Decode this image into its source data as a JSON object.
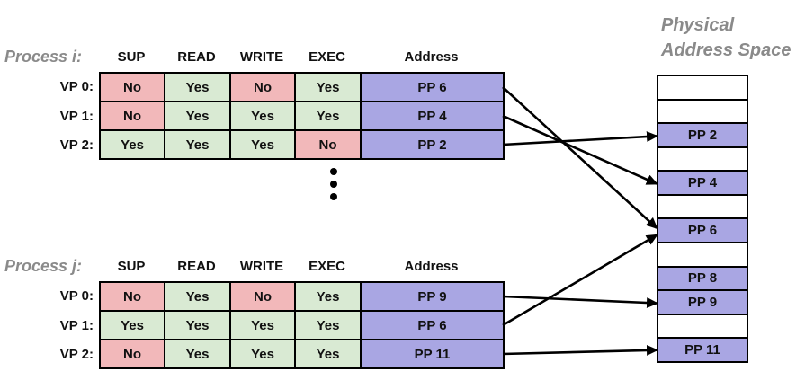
{
  "columns": [
    "SUP",
    "READ",
    "WRITE",
    "EXEC",
    "Address"
  ],
  "processes": [
    {
      "label": "Process i:",
      "rows": [
        {
          "vp": "VP 0:",
          "sup": "No",
          "read": "Yes",
          "write": "No",
          "exec": "Yes",
          "address": "PP 6"
        },
        {
          "vp": "VP 1:",
          "sup": "No",
          "read": "Yes",
          "write": "Yes",
          "exec": "Yes",
          "address": "PP 4"
        },
        {
          "vp": "VP 2:",
          "sup": "Yes",
          "read": "Yes",
          "write": "Yes",
          "exec": "No",
          "address": "PP 2"
        }
      ]
    },
    {
      "label": "Process j:",
      "rows": [
        {
          "vp": "VP 0:",
          "sup": "No",
          "read": "Yes",
          "write": "No",
          "exec": "Yes",
          "address": "PP 9"
        },
        {
          "vp": "VP 1:",
          "sup": "Yes",
          "read": "Yes",
          "write": "Yes",
          "exec": "Yes",
          "address": "PP 6"
        },
        {
          "vp": "VP 2:",
          "sup": "No",
          "read": "Yes",
          "write": "Yes",
          "exec": "Yes",
          "address": "PP 11"
        }
      ]
    }
  ],
  "physical": {
    "label_line1": "Physical",
    "label_line2": "Address Space",
    "pages": [
      {
        "label": ""
      },
      {
        "label": ""
      },
      {
        "label": "PP 2"
      },
      {
        "label": ""
      },
      {
        "label": "PP 4"
      },
      {
        "label": ""
      },
      {
        "label": "PP 6"
      },
      {
        "label": ""
      },
      {
        "label": "PP 8"
      },
      {
        "label": "PP 9"
      },
      {
        "label": ""
      },
      {
        "label": "PP 11"
      }
    ]
  },
  "mappings": [
    {
      "from": "0-0",
      "to": "PP 6"
    },
    {
      "from": "0-1",
      "to": "PP 4"
    },
    {
      "from": "0-2",
      "to": "PP 2"
    },
    {
      "from": "1-0",
      "to": "PP 9"
    },
    {
      "from": "1-1",
      "to": "PP 6"
    },
    {
      "from": "1-2",
      "to": "PP 11"
    }
  ],
  "colors": {
    "permission_no": "#F2B8BA",
    "permission_yes": "#D9EAD3",
    "page_purple": "#A9A6E3",
    "label_gray": "#8A8A8A"
  }
}
